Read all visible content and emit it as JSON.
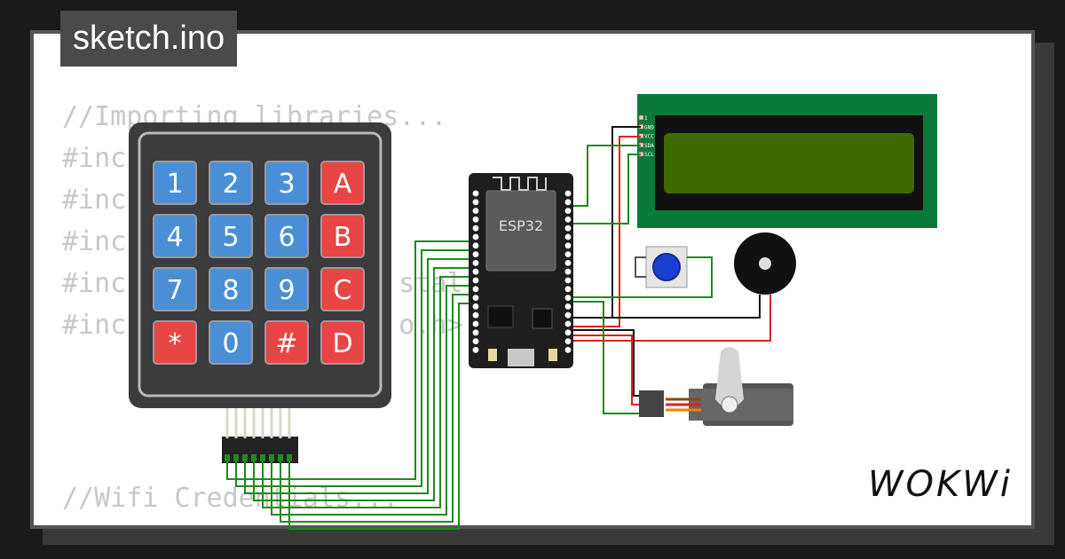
{
  "tab": {
    "title": "sketch.ino"
  },
  "code": {
    "lines": [
      "//Importing libraries...",
      "#inc",
      "#inc",
      "#inc",
      "#inc",
      "#inc"
    ],
    "hidden_fragments": [
      "stal",
      "o.h>"
    ],
    "bottom_lines": [
      "//Wifi Credentials..."
    ]
  },
  "keypad": {
    "keys": [
      "1",
      "2",
      "3",
      "A",
      "4",
      "5",
      "6",
      "B",
      "7",
      "8",
      "9",
      "C",
      "*",
      "0",
      "#",
      "D"
    ]
  },
  "esp32": {
    "label": "ESP32"
  },
  "lcd": {
    "pins": [
      "1",
      "GND",
      "VCC",
      "SDA",
      "SCL"
    ]
  },
  "logo": {
    "text": "WOKWi"
  },
  "colors": {
    "keypad_body": "#3c3c3e",
    "key_blue": "#4a8fd6",
    "key_red": "#e84545",
    "wire_green": "#1e8a1e",
    "wire_red": "#e02020",
    "lcd_board": "#0a7a3a",
    "lcd_screen": "#3d6b00"
  }
}
